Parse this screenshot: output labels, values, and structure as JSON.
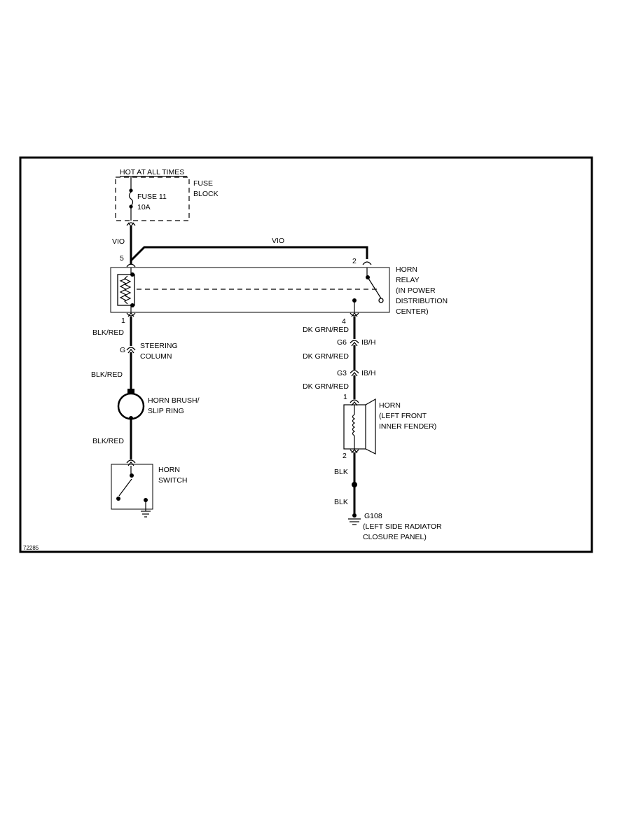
{
  "figure_id": "72285",
  "fuse_block": {
    "header": "HOT AT ALL TIMES",
    "label_1": "FUSE",
    "label_2": "BLOCK",
    "fuse_name": "FUSE 11",
    "fuse_rating": "10A"
  },
  "wires": {
    "fuse_to_relay": "VIO",
    "relay_jumper": "VIO",
    "relay_to_column": "BLK/RED",
    "column_to_brush": "BLK/RED",
    "brush_to_switch": "BLK/RED",
    "relay_to_g6": "DK GRN/RED",
    "g6_to_g3": "DK GRN/RED",
    "g3_to_horn": "DK GRN/RED",
    "horn_to_splice": "BLK",
    "splice_to_ground": "BLK"
  },
  "horn_relay": {
    "lines": [
      "HORN",
      "RELAY",
      "(IN POWER",
      "DISTRIBUTION",
      "CENTER)"
    ],
    "pin_coil_in": "5",
    "pin_contact_in": "2",
    "pin_coil_out": "1",
    "pin_contact_out": "4"
  },
  "steering_column": {
    "connector": "G",
    "lines": [
      "STEERING",
      "COLUMN"
    ]
  },
  "horn_brush": {
    "lines": [
      "HORN BRUSH/",
      "SLIP RING"
    ]
  },
  "horn_switch": {
    "lines": [
      "HORN",
      "SWITCH"
    ]
  },
  "connectors": {
    "g6": "G6",
    "g6_suffix": "IB/H",
    "g3": "G3",
    "g3_suffix": "IB/H"
  },
  "horn": {
    "lines": [
      "HORN",
      "(LEFT FRONT",
      "INNER FENDER)"
    ],
    "pin_in": "1",
    "pin_out": "2"
  },
  "ground": {
    "id": "G108",
    "lines": [
      "(LEFT SIDE RADIATOR",
      "CLOSURE PANEL)"
    ]
  }
}
